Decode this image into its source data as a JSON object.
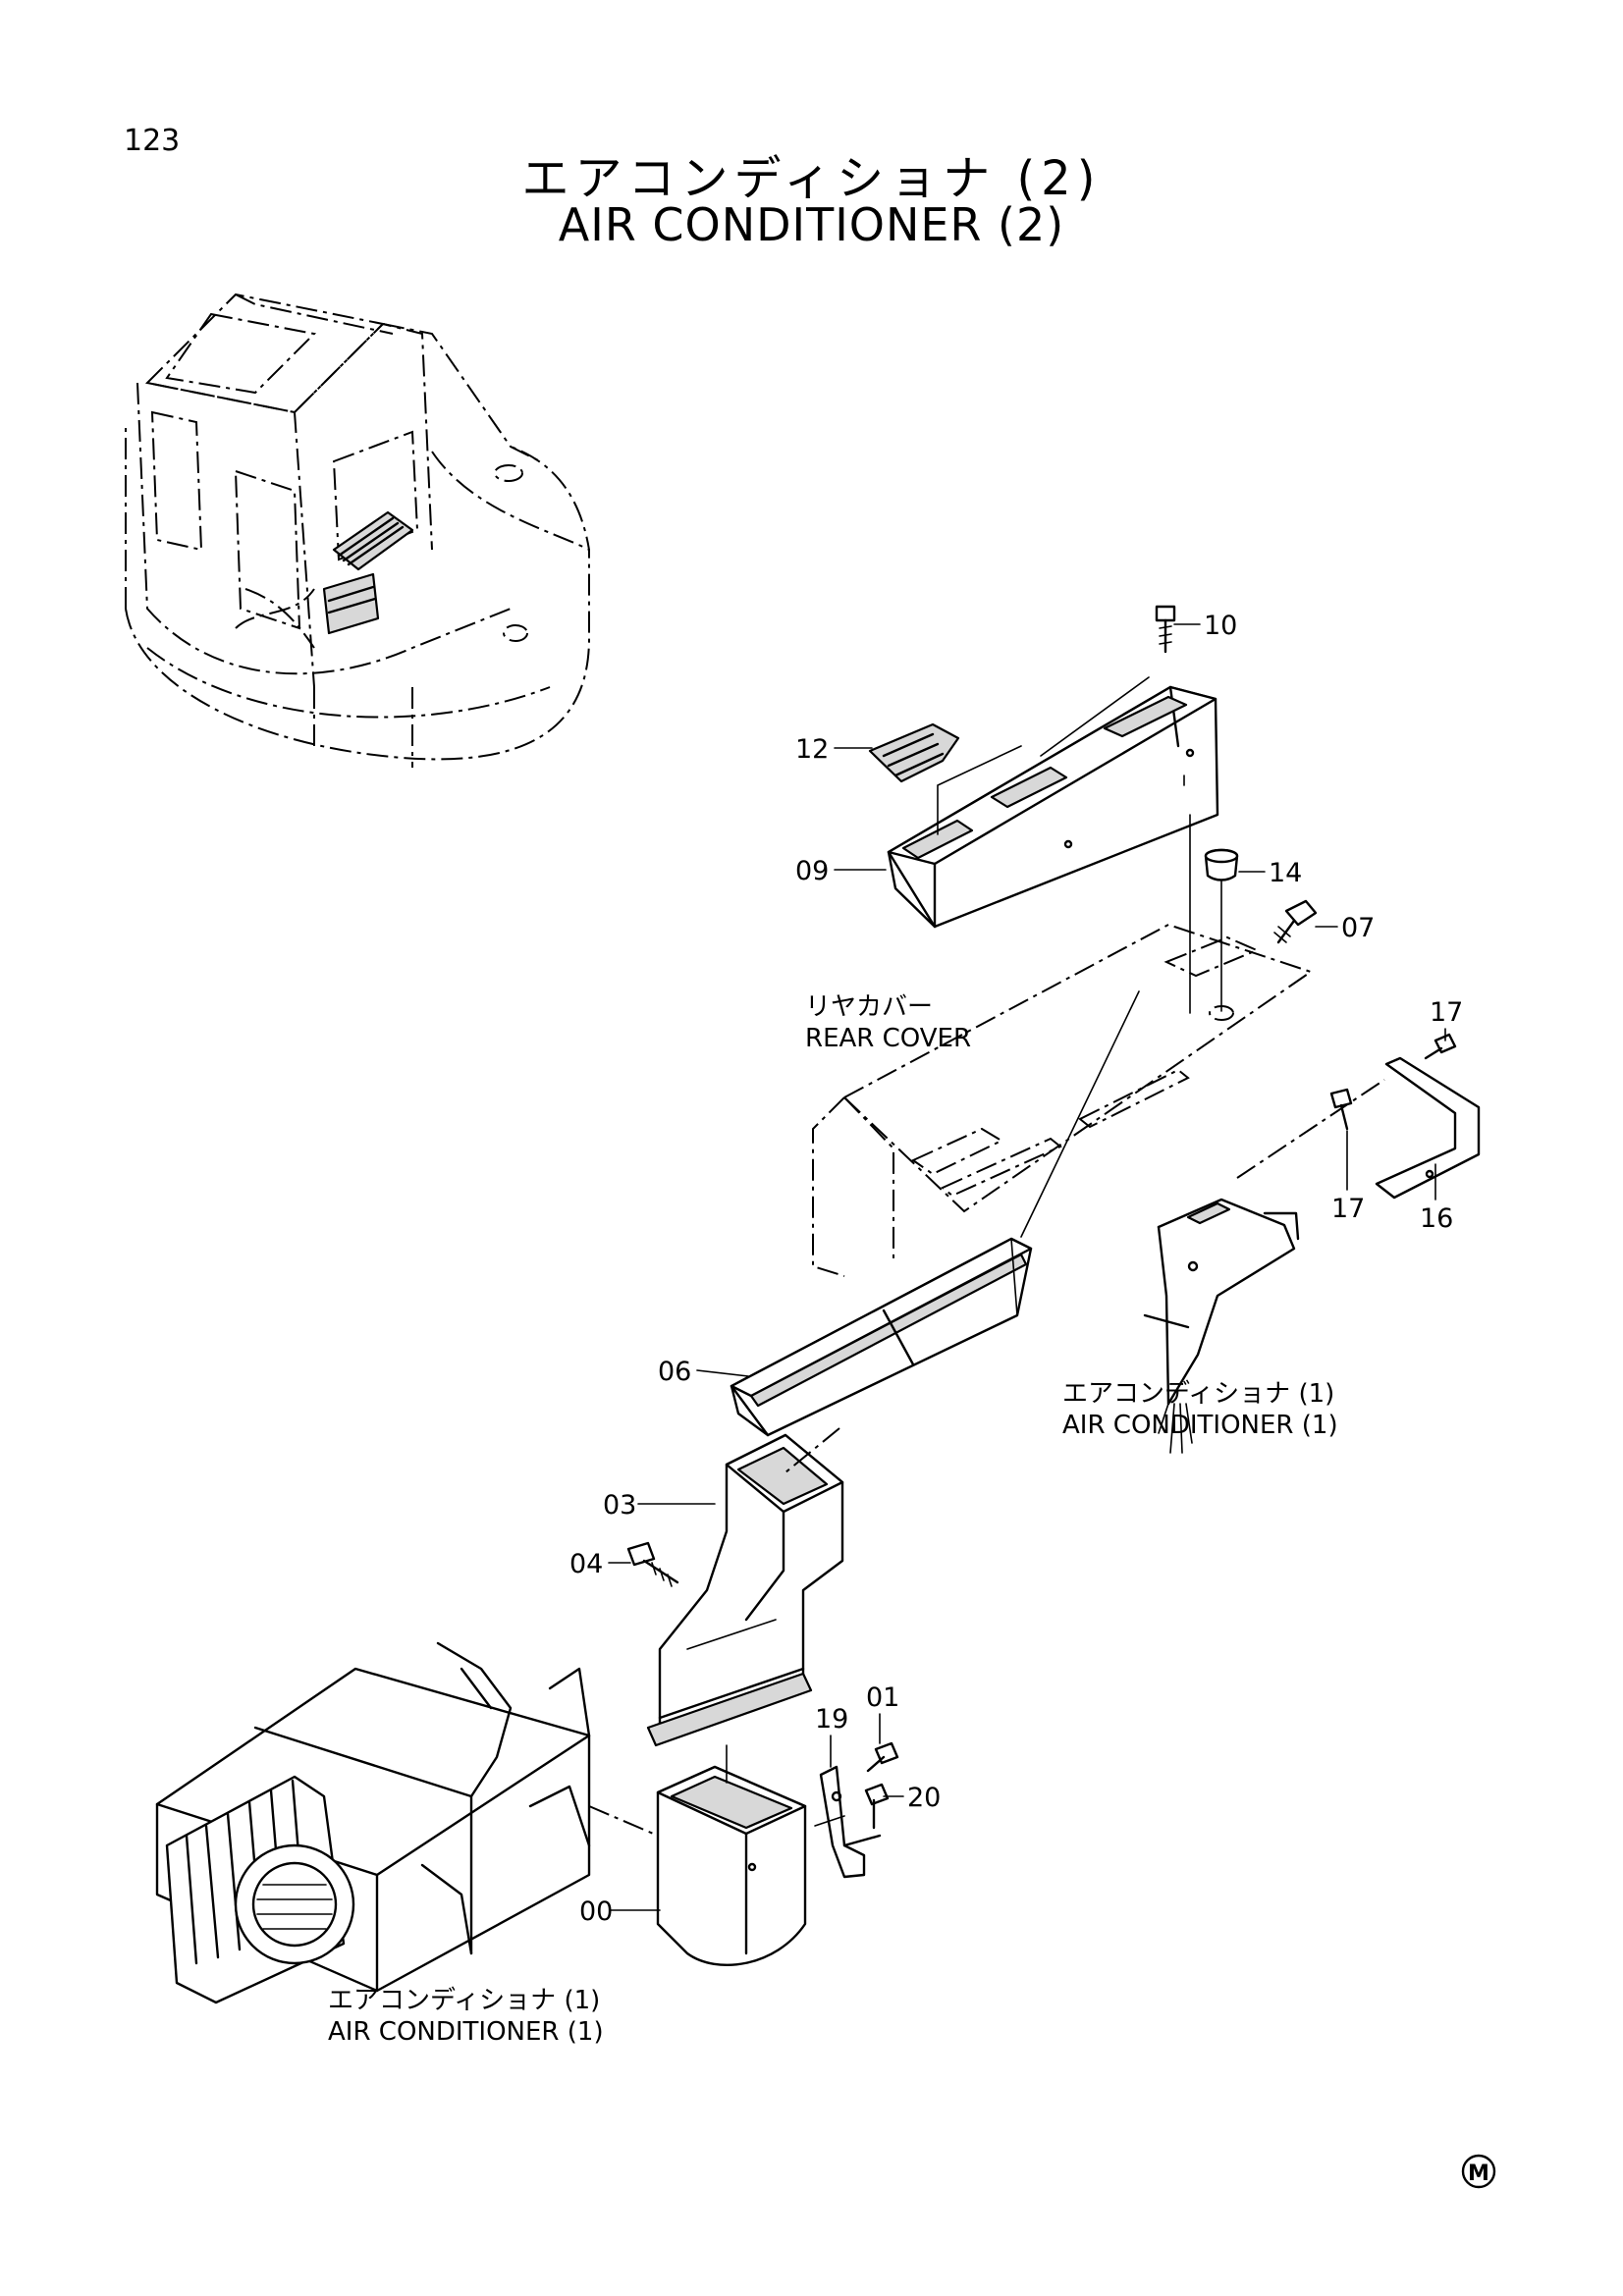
{
  "page_number": "123",
  "title_jp": "エアコンディショナ (2)",
  "title_en": "AIR CONDITIONER (2)",
  "callouts": {
    "p10": "10",
    "p12": "12",
    "p09": "09",
    "p14": "14",
    "p07": "07",
    "p17a": "17",
    "p17b": "17",
    "p16": "16",
    "p06": "06",
    "p03": "03",
    "p04": "04",
    "p01": "01",
    "p19": "19",
    "p20": "20",
    "p00": "00"
  },
  "labels": {
    "rear_cover_jp": "リヤカバー",
    "rear_cover_en": "REAR COVER",
    "ac1_right_jp": "エアコンディショナ (1)",
    "ac1_right_en": "AIR CONDITIONER (1)",
    "ac1_bottom_jp": "エアコンディショナ (1)",
    "ac1_bottom_en": "AIR CONDITIONER (1)"
  },
  "footer_mark": "M"
}
